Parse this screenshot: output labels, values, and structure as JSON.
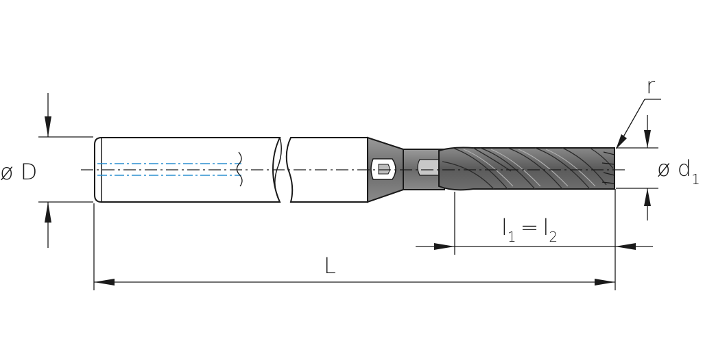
{
  "colors": {
    "outline": "#1a1a1a",
    "coolant_channel": "#2a8fd0",
    "flute_dark": "#4a4a4a",
    "flute_mid": "#7a7a7a",
    "shank_fill": "#ffffff"
  },
  "labels": {
    "shank_diameter": "ø D",
    "cutter_diameter_symbol": "ø d",
    "cutter_diameter_sub": "1",
    "corner_radius": "r",
    "length_l": "l",
    "length_sub1": "1",
    "equals": "=",
    "length_sub2": "2",
    "overall_length": "L"
  }
}
